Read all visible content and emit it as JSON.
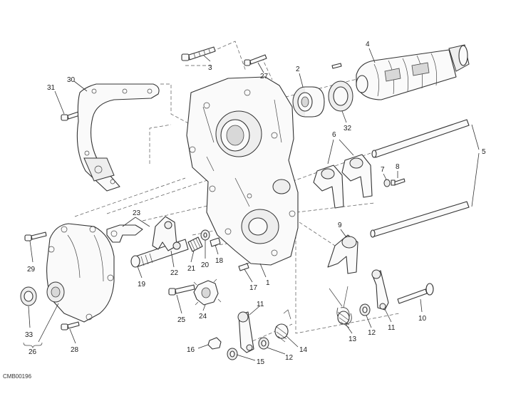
{
  "diagram": {
    "code": "CMB00196",
    "callouts": {
      "c1": "1",
      "c2": "2",
      "c3": "3",
      "c4": "4",
      "c5": "5",
      "c6": "6",
      "c7": "7",
      "c8": "8",
      "c9": "9",
      "c10": "10",
      "c11a": "11",
      "c11b": "11",
      "c12a": "12",
      "c12b": "12",
      "c13": "13",
      "c14": "14",
      "c15": "15",
      "c16": "16",
      "c17": "17",
      "c18": "18",
      "c19": "19",
      "c20": "20",
      "c21": "21",
      "c22": "22",
      "c23": "23",
      "c24": "24",
      "c25": "25",
      "c26": "26",
      "c27": "27",
      "c28": "28",
      "c29": "29",
      "c30": "30",
      "c31": "31",
      "c32": "32",
      "c33": "33"
    }
  }
}
